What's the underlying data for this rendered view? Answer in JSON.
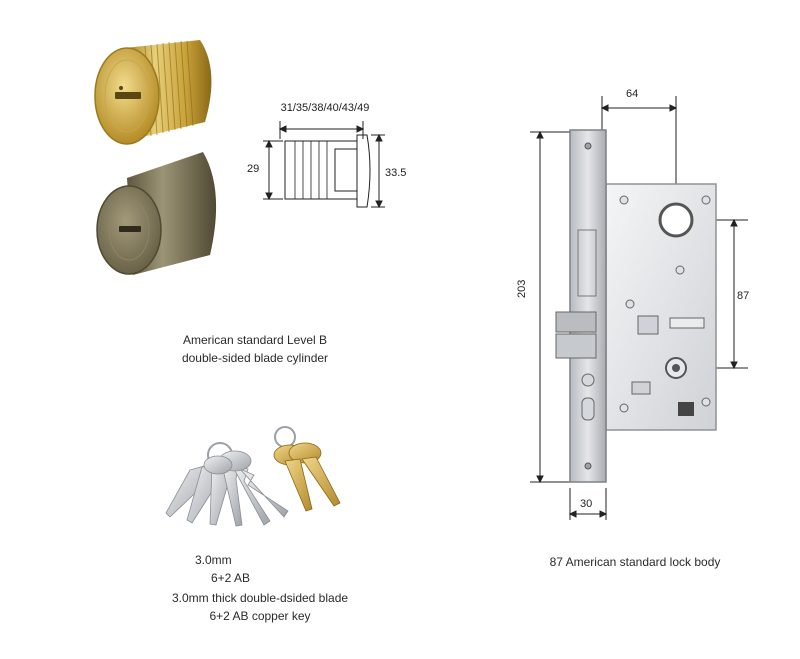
{
  "cylinder": {
    "dims": {
      "length_options": "31/35/38/40/43/49",
      "diameter": "29",
      "flange": "33.5"
    },
    "caption_line1": "American standard Level B",
    "caption_line2": "double-sided blade cylinder"
  },
  "keys": {
    "label_thickness": "3.0mm",
    "label_count": "6+2 AB",
    "caption_line1": "3.0mm thick double-dsided blade",
    "caption_line2": "6+2 AB copper key"
  },
  "lock_body": {
    "dims": {
      "backset": "64",
      "height": "203",
      "center_distance": "87",
      "faceplate_width": "30"
    },
    "caption": "87 American standard lock body"
  },
  "colors": {
    "brass": "#c9a23a",
    "brass_light": "#e8cf7a",
    "bronze": "#7d7558",
    "steel": "#c9ccd0",
    "steel_dark": "#8e9297"
  }
}
